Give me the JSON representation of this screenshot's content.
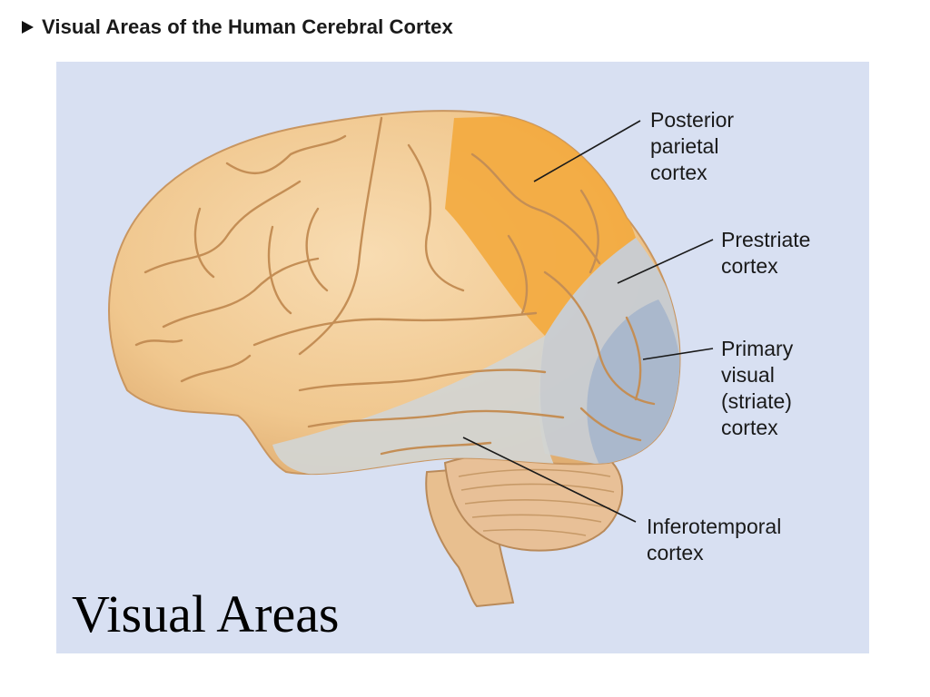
{
  "heading": {
    "marker_icon": "triangle-right-icon",
    "text": "Visual Areas of the Human Cerebral Cortex"
  },
  "labels": {
    "posterior_parietal": "Posterior\nparietal\ncortex",
    "prestriate": "Prestriate\ncortex",
    "primary_visual": "Primary\nvisual\n(striate)\ncortex",
    "inferotemporal": "Inferotemporal\ncortex"
  },
  "slide_title": "Visual Areas",
  "colors": {
    "panel_background": "#d8e0f2",
    "cortex": "#f3cf9c",
    "posterior_parietal": "#f2a93b",
    "prestriate": "#c7ccd3",
    "primary_visual": "#a9b6cb",
    "inferotemporal": "#d3d4d1",
    "cerebellum": "#e8c097"
  }
}
